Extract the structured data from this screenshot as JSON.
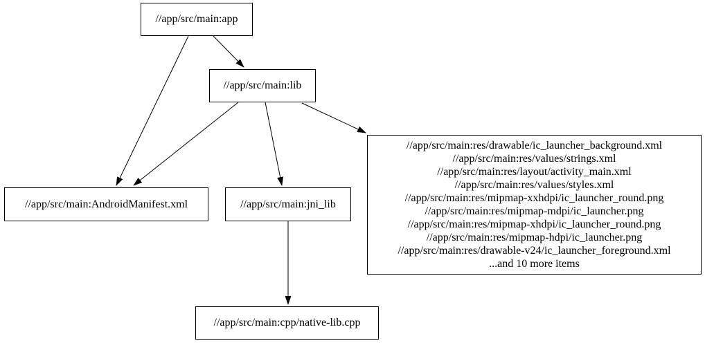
{
  "graph": {
    "type": "dependency-graph",
    "colors": {
      "background": "#ffffff",
      "node_fill": "#ffffff",
      "node_border": "#000000",
      "edge": "#000000",
      "text": "#000000"
    },
    "nodes": {
      "app": {
        "label": "//app/src/main:app"
      },
      "lib": {
        "label": "//app/src/main:lib"
      },
      "manifest": {
        "label": "//app/src/main:AndroidManifest.xml"
      },
      "jni_lib": {
        "label": "//app/src/main:jni_lib"
      },
      "res_group": {
        "lines": [
          "//app/src/main:res/drawable/ic_launcher_background.xml",
          "//app/src/main:res/values/strings.xml",
          "//app/src/main:res/layout/activity_main.xml",
          "//app/src/main:res/values/styles.xml",
          "//app/src/main:res/mipmap-xxhdpi/ic_launcher_round.png",
          "//app/src/main:res/mipmap-mdpi/ic_launcher.png",
          "//app/src/main:res/mipmap-xhdpi/ic_launcher_round.png",
          "//app/src/main:res/mipmap-hdpi/ic_launcher.png",
          "//app/src/main:res/drawable-v24/ic_launcher_foreground.xml",
          "...and 10 more items"
        ]
      },
      "native_lib": {
        "label": "//app/src/main:cpp/native-lib.cpp"
      }
    },
    "edges": [
      {
        "from": "app",
        "to": "lib"
      },
      {
        "from": "app",
        "to": "manifest"
      },
      {
        "from": "lib",
        "to": "manifest"
      },
      {
        "from": "lib",
        "to": "jni_lib"
      },
      {
        "from": "lib",
        "to": "res_group"
      },
      {
        "from": "jni_lib",
        "to": "native_lib"
      }
    ]
  }
}
